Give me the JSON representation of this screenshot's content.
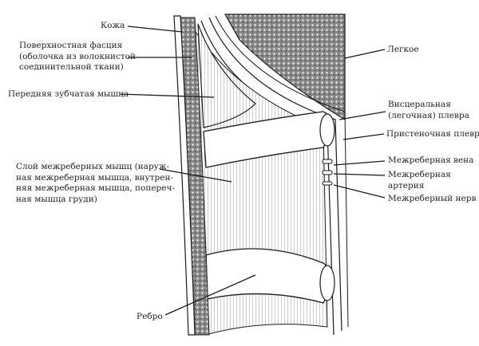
{
  "labels": {
    "skin": "Кожа",
    "fascia": [
      "Поверхностная фасция",
      "(оболочка из волокнистой",
      "соединительной ткани)"
    ],
    "serratus": "Передняя зубчатая мышца",
    "intercostal_layer": [
      "Слой межреберных мышц (наруж-",
      "ная межреберная мышца, внутрен-",
      "няя межреберная мышца, попереч-",
      "ная мышца груди)"
    ],
    "rib": "Ребро",
    "lung": "Легкое",
    "visceral_pleura": [
      "Висцеральная",
      "(легочная) плевра"
    ],
    "parietal_pleura": "Пристеночная плевра",
    "vein": "Межреберная вена",
    "artery": [
      "Межреберная",
      "артерия"
    ],
    "nerve": "Межреберный нерв"
  },
  "colors": {
    "ink": "#1a1a1a",
    "lung_fill": "#6b6b6b"
  }
}
